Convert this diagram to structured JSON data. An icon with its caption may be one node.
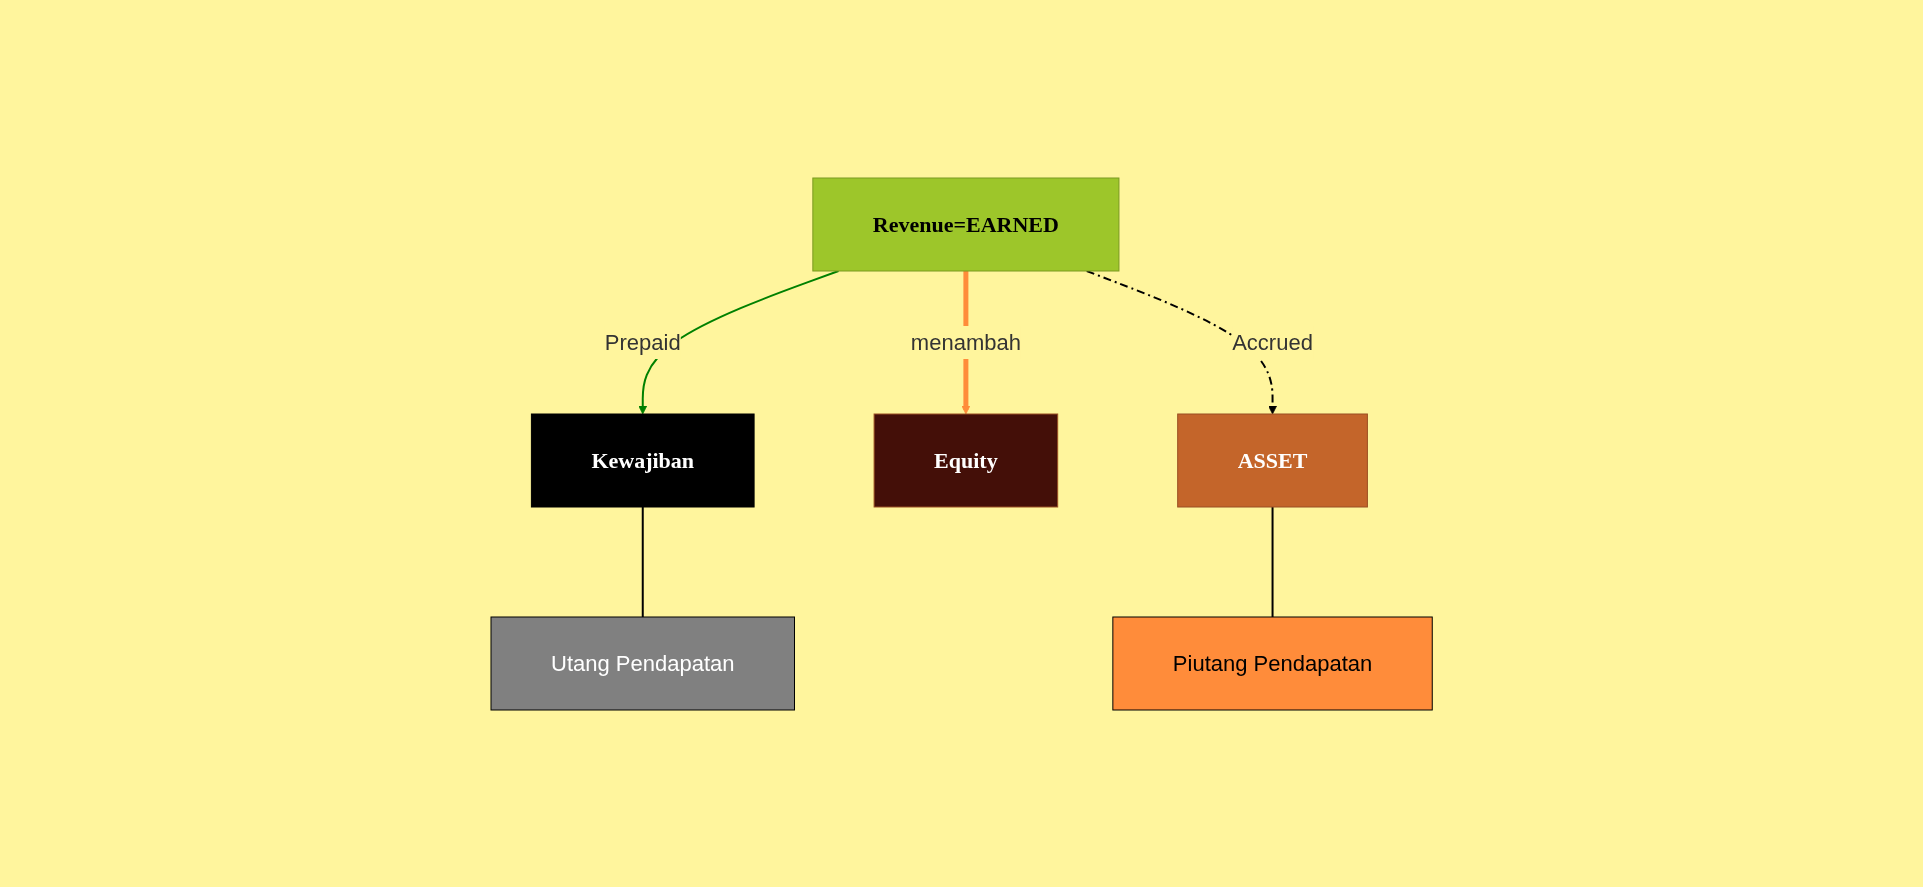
{
  "diagram": {
    "nodes": [
      {
        "text": [
          "Revenue=EARNED"
        ]
      },
      {
        "text": [
          "Kewajiban"
        ]
      },
      {
        "text": [
          "Equity"
        ]
      },
      {
        "text": [
          "ASSET"
        ]
      },
      {
        "text": [
          "Utang Pendapatan"
        ]
      },
      {
        "text": [
          "Piutang Pendapatan"
        ]
      }
    ],
    "edges": [
      {
        "from": 0,
        "to": 1,
        "arrow": "to",
        "label": "Prepaid",
        "color": "#008000"
      },
      {
        "from": 0,
        "to": 2,
        "arrow": "to",
        "label": "menambah",
        "style": "thick",
        "color": "#ff8c3a"
      },
      {
        "from": 0,
        "to": 3,
        "arrow": "to",
        "label": "Accrued",
        "style": "dashed"
      },
      {
        "from": 1,
        "to": 4,
        "arrow": "none"
      },
      {
        "from": 3,
        "to": 5,
        "arrow": "none"
      }
    ]
  }
}
